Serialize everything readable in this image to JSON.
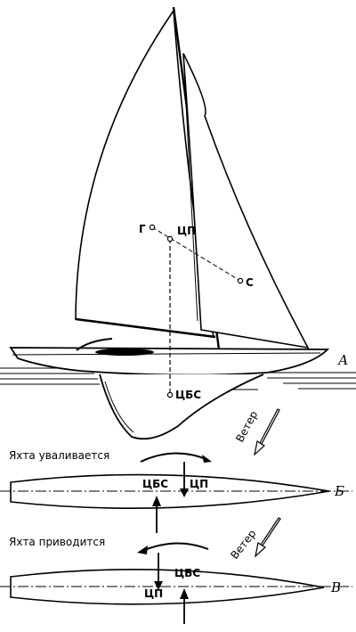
{
  "top": {
    "labels": {
      "g": "Г",
      "cp": "ЦП",
      "s": "С",
      "cbs": "ЦБС",
      "a": "А",
      "wind": "Ветер"
    }
  },
  "middle": {
    "caption": "Яхта уваливается",
    "cbs": "ЦБС",
    "cp": "ЦП",
    "letter": "Б"
  },
  "bottom": {
    "caption": "Яхта приводится",
    "wind": "Ветер",
    "cbs": "ЦБС",
    "cp": "ЦП",
    "letter": "В"
  }
}
